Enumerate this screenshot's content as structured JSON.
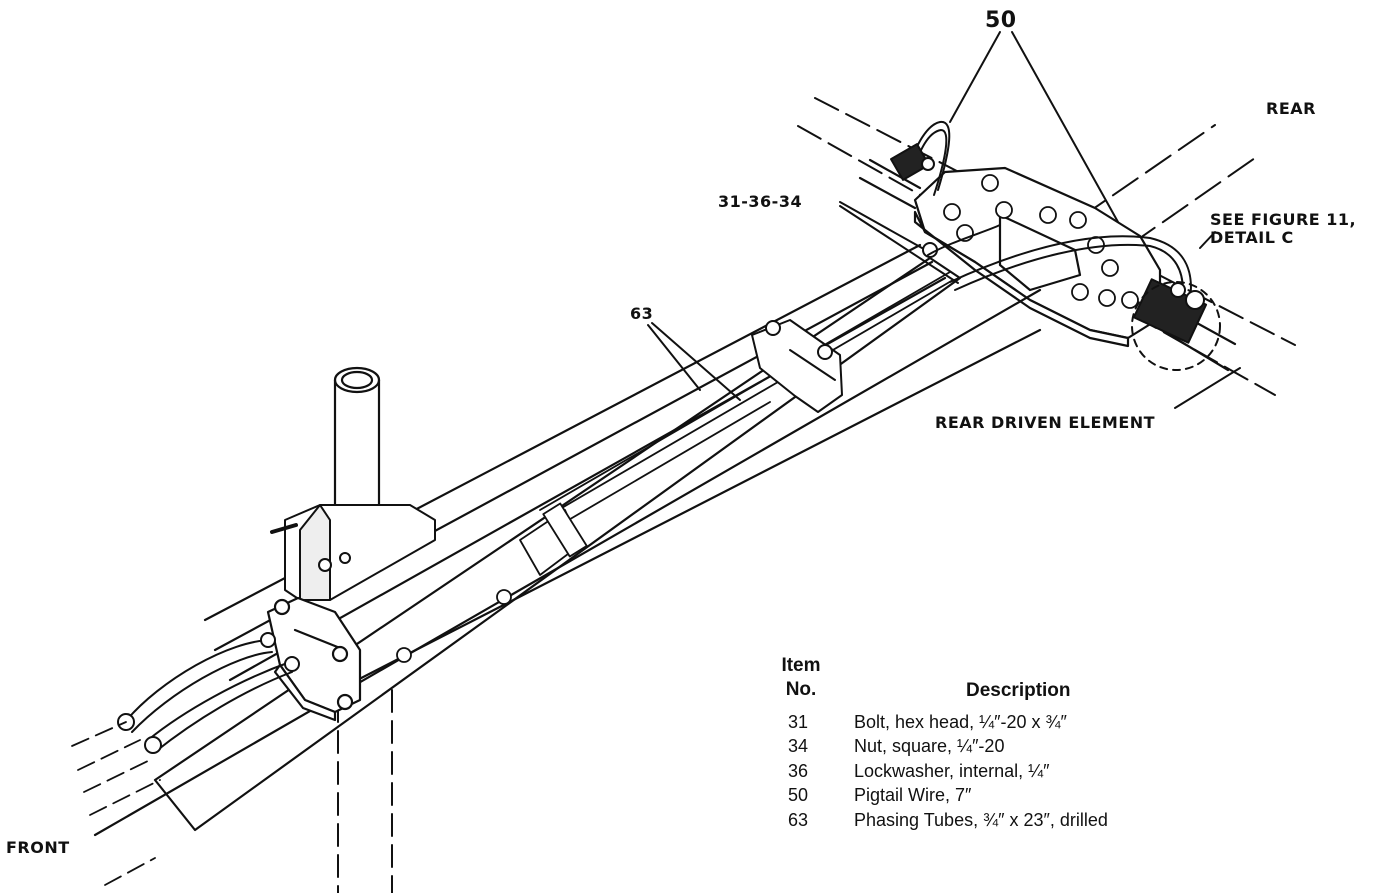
{
  "drawing_code": "",
  "callouts": {
    "c50": "50",
    "c31": "31-36-34",
    "c63": "63"
  },
  "labels": {
    "rear": "REAR",
    "see_figure": "SEE FIGURE 11,",
    "detail": "DETAIL C",
    "rear_driven": "REAR DRIVEN ELEMENT",
    "front": "FRONT"
  },
  "legend": {
    "header_item_line1": "Item",
    "header_item_line2": "No.",
    "header_desc": "Description",
    "rows": [
      {
        "no": "31",
        "desc": "Bolt, hex head, ¼″-20 x ¾″"
      },
      {
        "no": "34",
        "desc": "Nut, square, ¼″-20"
      },
      {
        "no": "36",
        "desc": "Lockwasher, internal, ¼″"
      },
      {
        "no": "50",
        "desc": "Pigtail Wire, 7″"
      },
      {
        "no": "63",
        "desc": "Phasing Tubes, ¾″ x 23″, drilled"
      }
    ]
  }
}
